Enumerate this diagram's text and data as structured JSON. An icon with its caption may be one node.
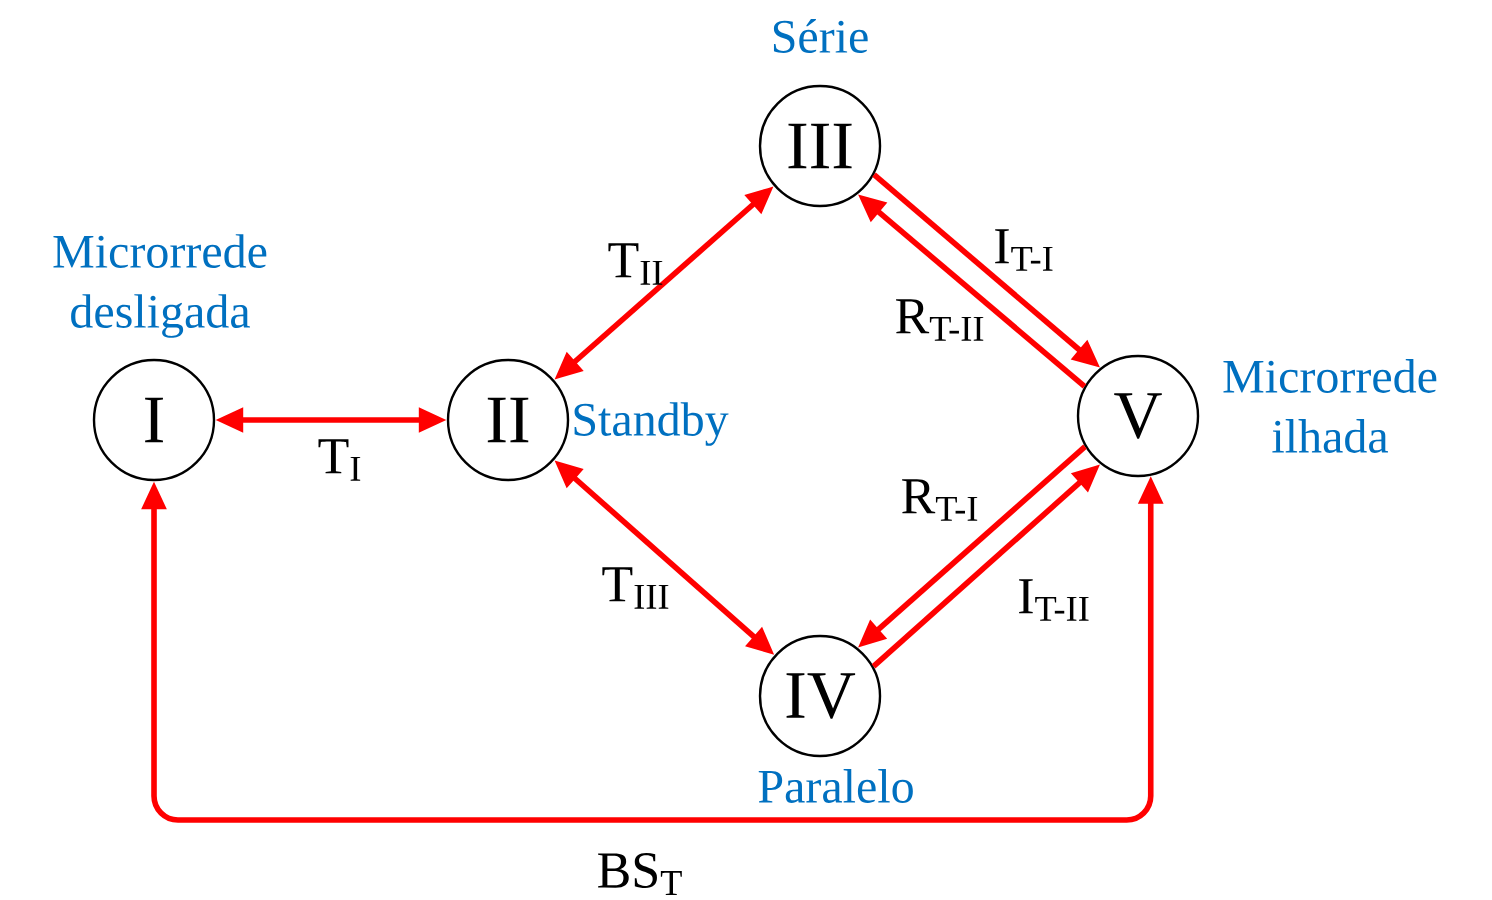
{
  "diagram": {
    "nodes": [
      {
        "text": [
          "I"
        ],
        "beside": [
          "Microrrede desligada"
        ]
      },
      {
        "text": [
          "II"
        ],
        "beside": [
          "Standby"
        ]
      },
      {
        "text": [
          "III"
        ],
        "beside": [
          "Série"
        ]
      },
      {
        "text": [
          "IV"
        ],
        "beside": [
          "Paralelo"
        ]
      },
      {
        "text": [
          "V"
        ],
        "beside": [
          "Microrrede ilhada"
        ]
      }
    ],
    "edges": [
      {
        "from": 0,
        "to": 1,
        "arrow": "both",
        "label": "T$_{I}$"
      },
      {
        "from": 1,
        "to": 2,
        "arrow": "both",
        "label": "T$_{II}$"
      },
      {
        "from": 1,
        "to": 3,
        "arrow": "both",
        "label": "T$_{III}$"
      },
      {
        "from": 2,
        "to": 4,
        "arrow": "to",
        "label": "I$_{T-I}$"
      },
      {
        "from": 4,
        "to": 2,
        "arrow": "to",
        "label": "R$_{T-II}$"
      },
      {
        "from": 4,
        "to": 3,
        "arrow": "to",
        "label": "R$_{T-I}$"
      },
      {
        "from": 3,
        "to": 4,
        "arrow": "to",
        "label": "I$_{T-II}$"
      },
      {
        "from": 0,
        "to": 4,
        "arrow": "both",
        "label": "BS$_{T}$"
      }
    ]
  }
}
